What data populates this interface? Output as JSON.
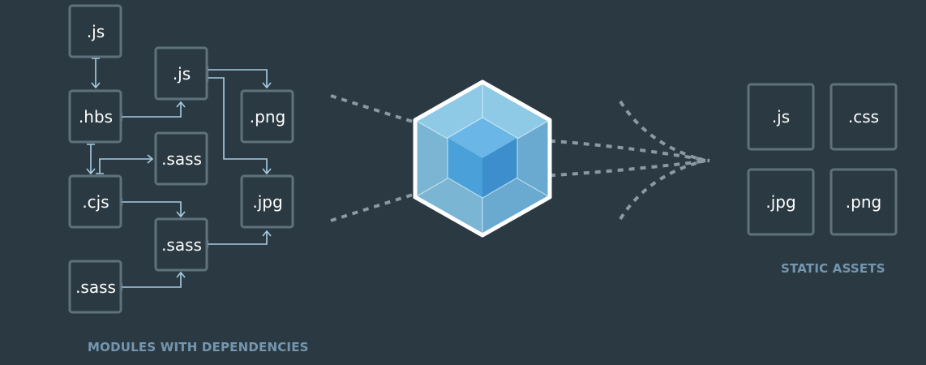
{
  "modules": [
    {
      "id": "m1",
      "label": ".js"
    },
    {
      "id": "m2",
      "label": ".hbs"
    },
    {
      "id": "m3",
      "label": ".cjs"
    },
    {
      "id": "m4",
      "label": ".sass"
    },
    {
      "id": "m5",
      "label": ".js"
    },
    {
      "id": "m6",
      "label": ".sass"
    },
    {
      "id": "m7",
      "label": ".sass"
    },
    {
      "id": "m8",
      "label": ".png"
    },
    {
      "id": "m9",
      "label": ".jpg"
    }
  ],
  "assets": [
    {
      "id": "a1",
      "label": ".js"
    },
    {
      "id": "a2",
      "label": ".css"
    },
    {
      "id": "a3",
      "label": ".jpg"
    },
    {
      "id": "a4",
      "label": ".png"
    }
  ],
  "captions": {
    "modules": "MODULES WITH DEPENDENCIES",
    "assets": "STATIC ASSETS"
  },
  "colors": {
    "background": "#2b3a42",
    "box_border": "#5f727c",
    "arrow": "#a9cbe1",
    "caption": "#7596b0",
    "cube_light": "#8ecae6",
    "cube_core": "#4aa0d9"
  },
  "icons": {
    "bundler": "webpack-cube-icon"
  }
}
